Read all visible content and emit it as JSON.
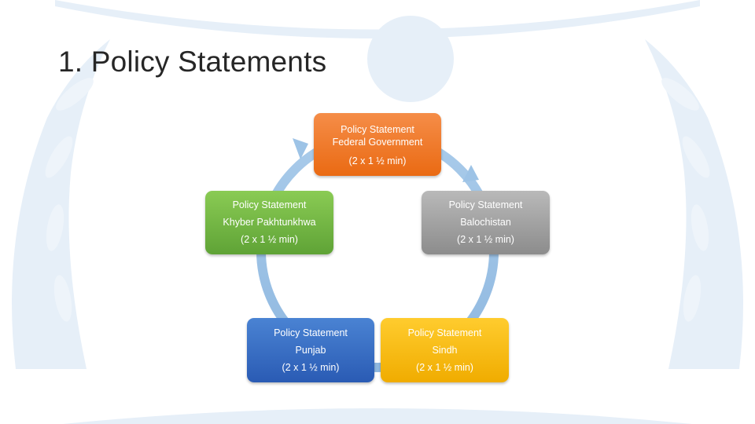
{
  "slide": {
    "title": "1. Policy Statements"
  },
  "colors": {
    "federal": "#ED7D31",
    "khyber_pakhtunkhwa": "#70AD47",
    "balochistan": "#A5A5A5",
    "punjab": "#4472C4",
    "sindh": "#FFC000",
    "cycle_arrow": "#9DC3E6",
    "watermark": "#E3EEF8"
  },
  "nodes": {
    "federal": {
      "line1": "Policy Statement",
      "line2": "Federal Government",
      "line3": "(2 x 1 ½ min)"
    },
    "khyber_pakhtunkhwa": {
      "line1": "Policy Statement",
      "line2": "Khyber Pakhtunkhwa",
      "line3": "(2 x 1  ½ min)"
    },
    "balochistan": {
      "line1": "Policy Statement",
      "line2": "Balochistan",
      "line3": "(2 x 1 ½ min)"
    },
    "punjab": {
      "line1": "Policy Statement",
      "line2": "Punjab",
      "line3": "(2 x 1  ½ min)"
    },
    "sindh": {
      "line1": "Policy Statement",
      "line2": "Sindh",
      "line3": "(2 x 1 ½ min)"
    }
  }
}
